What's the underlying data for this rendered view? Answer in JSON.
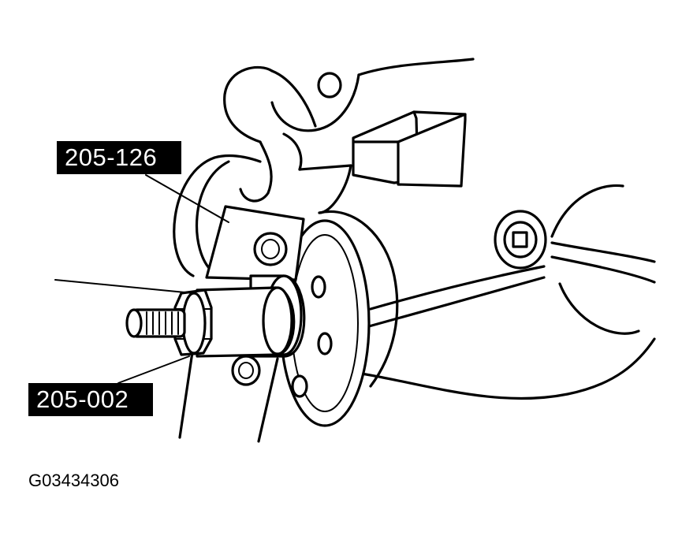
{
  "callouts": {
    "tool_upper": "205-126",
    "tool_lower": "205-002"
  },
  "figure_code": "G03434306",
  "colors": {
    "ink": "#000000",
    "paper": "#ffffff"
  }
}
